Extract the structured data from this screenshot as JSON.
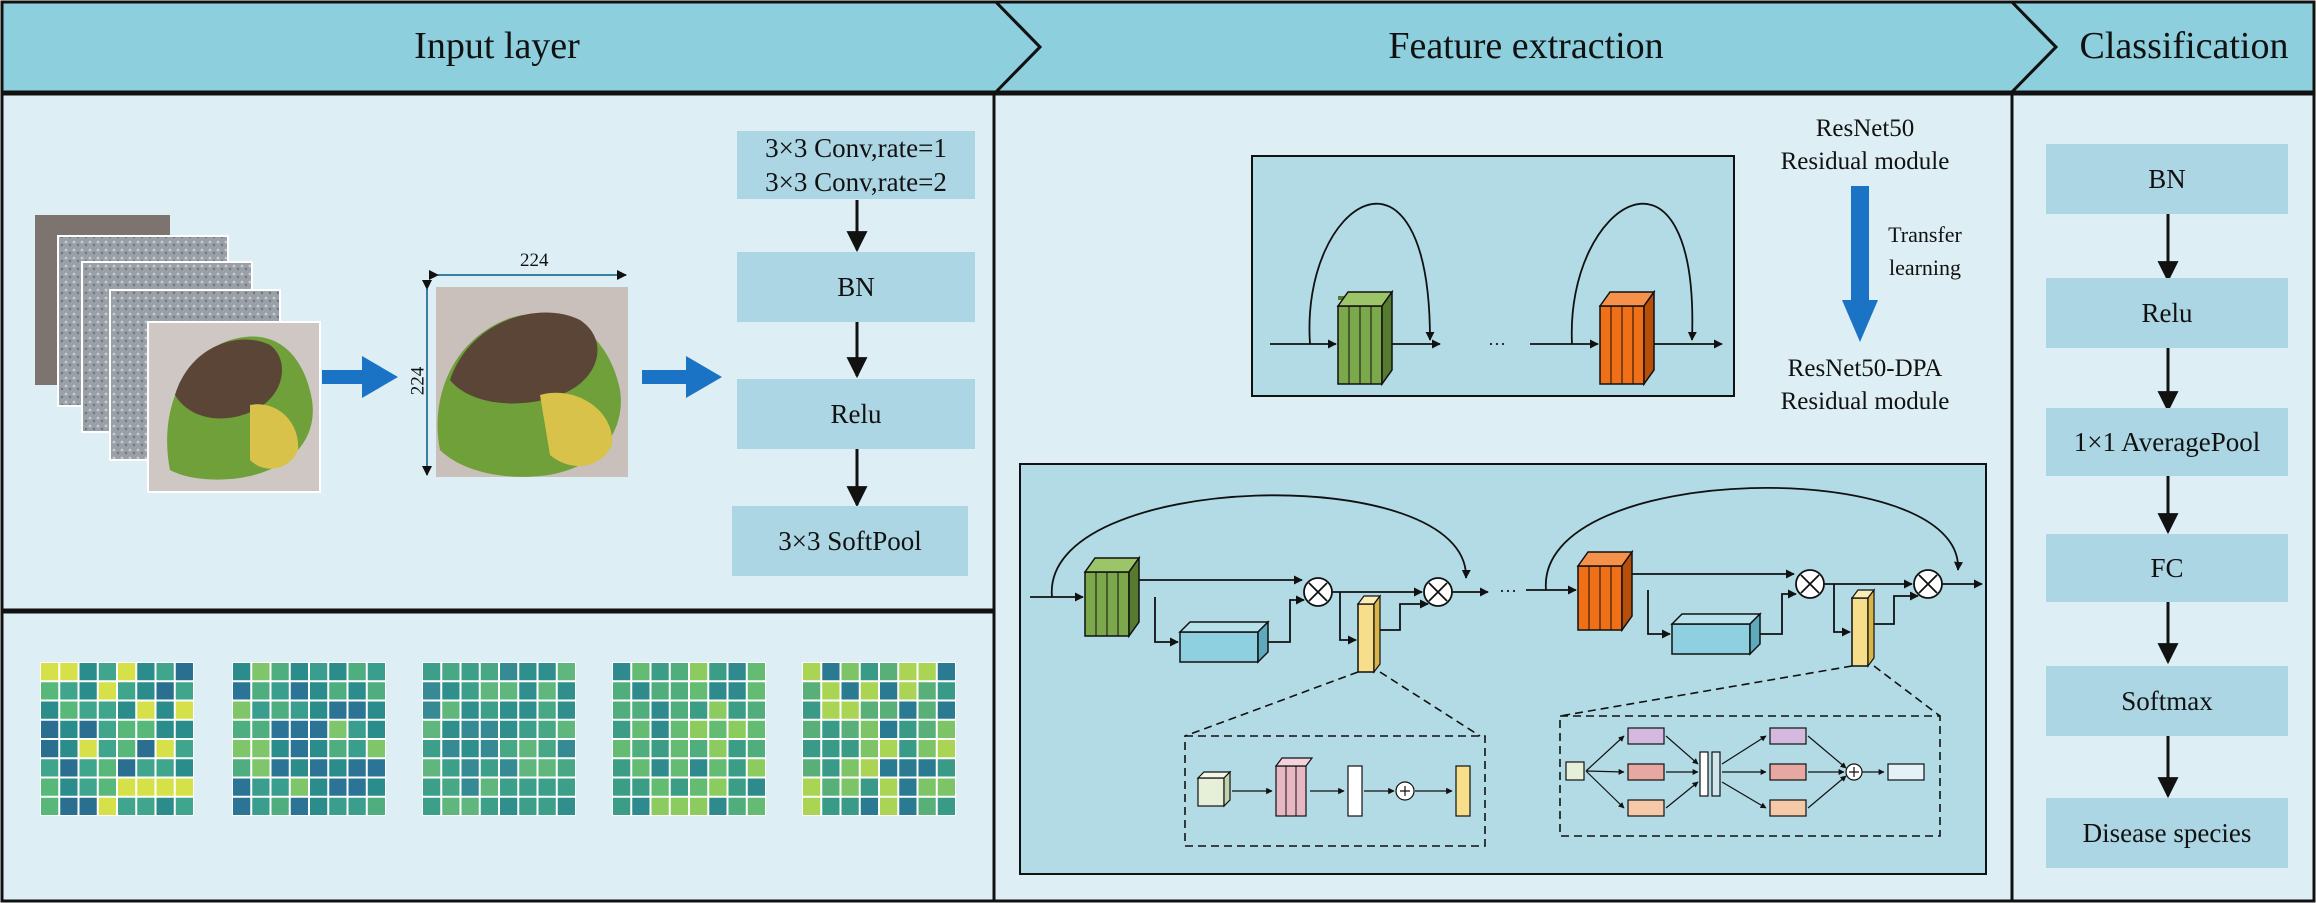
{
  "headers": {
    "input": "Input layer",
    "feature": "Feature extraction",
    "classification": "Classification"
  },
  "input_layer": {
    "image_width": "224",
    "image_height": "224",
    "conv_line1": "3×3 Conv,rate=1",
    "conv_line2": "3×3 Conv,rate=2",
    "bn": "BN",
    "relu": "Relu",
    "softpool": "3×3 SoftPool"
  },
  "feature_extraction": {
    "resnet_line1": "ResNet50",
    "resnet_line2": "Residual module",
    "transfer_line1": "Transfer",
    "transfer_line2": "learning",
    "dpa_line1": "ResNet50-DPA",
    "dpa_line2": "Residual module",
    "ellipsis": "···"
  },
  "classification": {
    "steps": [
      "BN",
      "Relu",
      "1×1 AveragePool",
      "FC",
      "Softmax",
      "Disease species"
    ]
  },
  "colors": {
    "header": "#8ecfde",
    "panel": "#ddeff5",
    "box": "#add6e4",
    "inner_panel": "#b2dbe6",
    "arrow_blue": "#1a73c4",
    "green_block": "#7aa84a",
    "orange_block": "#f07018",
    "cyan_block": "#8fd0e0",
    "yellow_block": "#f6de8a"
  },
  "icons": [
    "leaf-photo",
    "feature-map-grid",
    "multiply-icon",
    "add-icon",
    "down-arrow"
  ]
}
